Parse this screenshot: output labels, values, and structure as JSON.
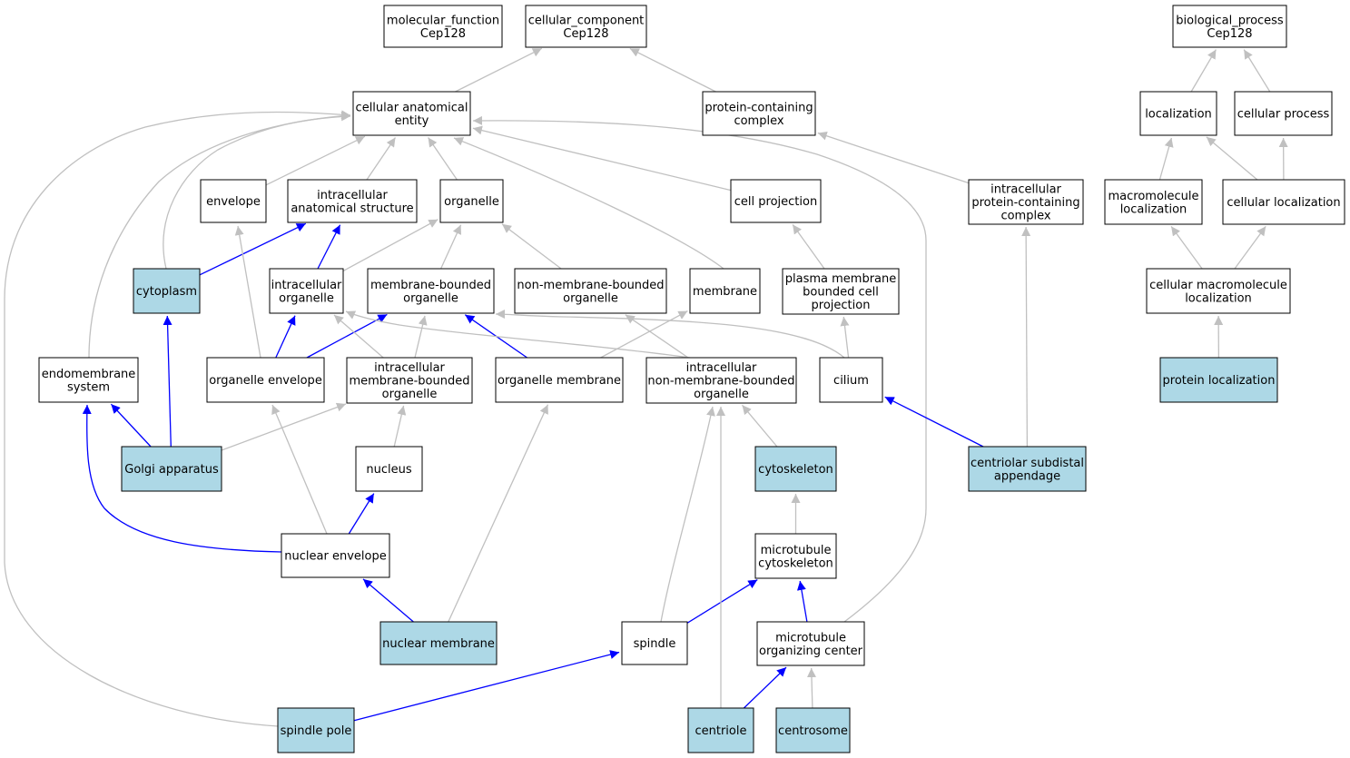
{
  "colors": {
    "node_fill": "#ffffff",
    "highlight_fill": "#add8e6",
    "edge_gray": "#c0c0c0",
    "edge_blue": "#0000ff"
  },
  "nodes": [
    {
      "id": "molecular_function",
      "lines": [
        "molecular_function",
        "Cep128"
      ],
      "highlight": false
    },
    {
      "id": "cellular_component",
      "lines": [
        "cellular_component",
        "Cep128"
      ],
      "highlight": false
    },
    {
      "id": "biological_process",
      "lines": [
        "biological_process",
        "Cep128"
      ],
      "highlight": false
    },
    {
      "id": "cellular_anatomical_entity",
      "lines": [
        "cellular anatomical",
        "entity"
      ],
      "highlight": false
    },
    {
      "id": "protein_containing_complex",
      "lines": [
        "protein-containing",
        "complex"
      ],
      "highlight": false
    },
    {
      "id": "localization",
      "lines": [
        "localization"
      ],
      "highlight": false
    },
    {
      "id": "cellular_process",
      "lines": [
        "cellular process"
      ],
      "highlight": false
    },
    {
      "id": "envelope",
      "lines": [
        "envelope"
      ],
      "highlight": false
    },
    {
      "id": "intracellular_anatomical_structure",
      "lines": [
        "intracellular",
        "anatomical structure"
      ],
      "highlight": false
    },
    {
      "id": "organelle",
      "lines": [
        "organelle"
      ],
      "highlight": false
    },
    {
      "id": "cell_projection",
      "lines": [
        "cell projection"
      ],
      "highlight": false
    },
    {
      "id": "intracellular_protein_containing_complex",
      "lines": [
        "intracellular",
        "protein-containing",
        "complex"
      ],
      "highlight": false
    },
    {
      "id": "macromolecule_localization",
      "lines": [
        "macromolecule",
        "localization"
      ],
      "highlight": false
    },
    {
      "id": "cellular_localization",
      "lines": [
        "cellular localization"
      ],
      "highlight": false
    },
    {
      "id": "cytoplasm",
      "lines": [
        "cytoplasm"
      ],
      "highlight": true
    },
    {
      "id": "intracellular_organelle",
      "lines": [
        "intracellular",
        "organelle"
      ],
      "highlight": false
    },
    {
      "id": "membrane_bounded_organelle",
      "lines": [
        "membrane-bounded",
        "organelle"
      ],
      "highlight": false
    },
    {
      "id": "non_membrane_bounded_organelle",
      "lines": [
        "non-membrane-bounded",
        "organelle"
      ],
      "highlight": false
    },
    {
      "id": "membrane",
      "lines": [
        "membrane"
      ],
      "highlight": false
    },
    {
      "id": "plasma_membrane_bounded_cell_projection",
      "lines": [
        "plasma membrane",
        "bounded cell",
        "projection"
      ],
      "highlight": false
    },
    {
      "id": "cellular_macromolecule_localization",
      "lines": [
        "cellular macromolecule",
        "localization"
      ],
      "highlight": false
    },
    {
      "id": "endomembrane_system",
      "lines": [
        "endomembrane",
        "system"
      ],
      "highlight": false
    },
    {
      "id": "organelle_envelope",
      "lines": [
        "organelle envelope"
      ],
      "highlight": false
    },
    {
      "id": "intracellular_membrane_bounded_organelle",
      "lines": [
        "intracellular",
        "membrane-bounded",
        "organelle"
      ],
      "highlight": false
    },
    {
      "id": "organelle_membrane",
      "lines": [
        "organelle membrane"
      ],
      "highlight": false
    },
    {
      "id": "intracellular_non_membrane_bounded_organelle",
      "lines": [
        "intracellular",
        "non-membrane-bounded",
        "organelle"
      ],
      "highlight": false
    },
    {
      "id": "cilium",
      "lines": [
        "cilium"
      ],
      "highlight": false
    },
    {
      "id": "protein_localization",
      "lines": [
        "protein localization"
      ],
      "highlight": true
    },
    {
      "id": "golgi_apparatus",
      "lines": [
        "Golgi apparatus"
      ],
      "highlight": true
    },
    {
      "id": "nucleus",
      "lines": [
        "nucleus"
      ],
      "highlight": false
    },
    {
      "id": "cytoskeleton",
      "lines": [
        "cytoskeleton"
      ],
      "highlight": true
    },
    {
      "id": "centriolar_subdistal_appendage",
      "lines": [
        "centriolar subdistal",
        "appendage"
      ],
      "highlight": true
    },
    {
      "id": "nuclear_envelope",
      "lines": [
        "nuclear envelope"
      ],
      "highlight": false
    },
    {
      "id": "microtubule_cytoskeleton",
      "lines": [
        "microtubule",
        "cytoskeleton"
      ],
      "highlight": false
    },
    {
      "id": "nuclear_membrane",
      "lines": [
        "nuclear membrane"
      ],
      "highlight": true
    },
    {
      "id": "spindle",
      "lines": [
        "spindle"
      ],
      "highlight": false
    },
    {
      "id": "microtubule_organizing_center",
      "lines": [
        "microtubule",
        "organizing center"
      ],
      "highlight": false
    },
    {
      "id": "spindle_pole",
      "lines": [
        "spindle pole"
      ],
      "highlight": true
    },
    {
      "id": "centriole",
      "lines": [
        "centriole"
      ],
      "highlight": true
    },
    {
      "id": "centrosome",
      "lines": [
        "centrosome"
      ],
      "highlight": true
    }
  ],
  "edges": [
    {
      "from": "cellular_anatomical_entity",
      "to": "cellular_component",
      "color": "gray"
    },
    {
      "from": "protein_containing_complex",
      "to": "cellular_component",
      "color": "gray"
    },
    {
      "from": "localization",
      "to": "biological_process",
      "color": "gray"
    },
    {
      "from": "cellular_process",
      "to": "biological_process",
      "color": "gray"
    },
    {
      "from": "envelope",
      "to": "cellular_anatomical_entity",
      "color": "gray"
    },
    {
      "from": "intracellular_anatomical_structure",
      "to": "cellular_anatomical_entity",
      "color": "gray"
    },
    {
      "from": "organelle",
      "to": "cellular_anatomical_entity",
      "color": "gray"
    },
    {
      "from": "cell_projection",
      "to": "cellular_anatomical_entity",
      "color": "gray"
    },
    {
      "from": "cytoplasm",
      "to": "cellular_anatomical_entity",
      "color": "gray"
    },
    {
      "from": "endomembrane_system",
      "to": "cellular_anatomical_entity",
      "color": "gray"
    },
    {
      "from": "membrane",
      "to": "cellular_anatomical_entity",
      "color": "gray"
    },
    {
      "from": "microtubule_organizing_center",
      "to": "cellular_anatomical_entity",
      "color": "gray"
    },
    {
      "from": "spindle_pole",
      "to": "cellular_anatomical_entity",
      "color": "gray"
    },
    {
      "from": "intracellular_protein_containing_complex",
      "to": "protein_containing_complex",
      "color": "gray"
    },
    {
      "from": "macromolecule_localization",
      "to": "localization",
      "color": "gray"
    },
    {
      "from": "cellular_localization",
      "to": "localization",
      "color": "gray"
    },
    {
      "from": "cellular_localization",
      "to": "cellular_process",
      "color": "gray"
    },
    {
      "from": "cytoplasm",
      "to": "intracellular_anatomical_structure",
      "color": "blue"
    },
    {
      "from": "intracellular_organelle",
      "to": "intracellular_anatomical_structure",
      "color": "blue"
    },
    {
      "from": "intracellular_organelle",
      "to": "organelle",
      "color": "gray"
    },
    {
      "from": "membrane_bounded_organelle",
      "to": "organelle",
      "color": "gray"
    },
    {
      "from": "non_membrane_bounded_organelle",
      "to": "organelle",
      "color": "gray"
    },
    {
      "from": "plasma_membrane_bounded_cell_projection",
      "to": "cell_projection",
      "color": "gray"
    },
    {
      "from": "centriolar_subdistal_appendage",
      "to": "intracellular_protein_containing_complex",
      "color": "gray"
    },
    {
      "from": "cellular_macromolecule_localization",
      "to": "macromolecule_localization",
      "color": "gray"
    },
    {
      "from": "cellular_macromolecule_localization",
      "to": "cellular_localization",
      "color": "gray"
    },
    {
      "from": "golgi_apparatus",
      "to": "cytoplasm",
      "color": "blue"
    },
    {
      "from": "organelle_envelope",
      "to": "intracellular_organelle",
      "color": "blue"
    },
    {
      "from": "organelle_envelope",
      "to": "membrane_bounded_organelle",
      "color": "blue"
    },
    {
      "from": "organelle_envelope",
      "to": "envelope",
      "color": "gray"
    },
    {
      "from": "intracellular_membrane_bounded_organelle",
      "to": "intracellular_organelle",
      "color": "gray"
    },
    {
      "from": "intracellular_membrane_bounded_organelle",
      "to": "membrane_bounded_organelle",
      "color": "gray"
    },
    {
      "from": "organelle_membrane",
      "to": "membrane_bounded_organelle",
      "color": "blue"
    },
    {
      "from": "organelle_membrane",
      "to": "membrane",
      "color": "gray"
    },
    {
      "from": "intracellular_non_membrane_bounded_organelle",
      "to": "intracellular_organelle",
      "color": "gray"
    },
    {
      "from": "intracellular_non_membrane_bounded_organelle",
      "to": "non_membrane_bounded_organelle",
      "color": "gray"
    },
    {
      "from": "cilium",
      "to": "plasma_membrane_bounded_cell_projection",
      "color": "gray"
    },
    {
      "from": "cilium",
      "to": "membrane_bounded_organelle",
      "color": "gray"
    },
    {
      "from": "protein_localization",
      "to": "cellular_macromolecule_localization",
      "color": "gray"
    },
    {
      "from": "golgi_apparatus",
      "to": "endomembrane_system",
      "color": "blue"
    },
    {
      "from": "golgi_apparatus",
      "to": "intracellular_membrane_bounded_organelle",
      "color": "gray"
    },
    {
      "from": "nucleus",
      "to": "intracellular_membrane_bounded_organelle",
      "color": "gray"
    },
    {
      "from": "cytoskeleton",
      "to": "intracellular_non_membrane_bounded_organelle",
      "color": "gray"
    },
    {
      "from": "centriolar_subdistal_appendage",
      "to": "cilium",
      "color": "blue"
    },
    {
      "from": "nuclear_envelope",
      "to": "nucleus",
      "color": "blue"
    },
    {
      "from": "nuclear_envelope",
      "to": "endomembrane_system",
      "color": "blue"
    },
    {
      "from": "nuclear_envelope",
      "to": "organelle_envelope",
      "color": "gray"
    },
    {
      "from": "microtubule_cytoskeleton",
      "to": "cytoskeleton",
      "color": "gray"
    },
    {
      "from": "nuclear_membrane",
      "to": "nuclear_envelope",
      "color": "blue"
    },
    {
      "from": "nuclear_membrane",
      "to": "organelle_membrane",
      "color": "gray"
    },
    {
      "from": "spindle",
      "to": "microtubule_cytoskeleton",
      "color": "blue"
    },
    {
      "from": "spindle",
      "to": "intracellular_non_membrane_bounded_organelle",
      "color": "gray"
    },
    {
      "from": "microtubule_organizing_center",
      "to": "microtubule_cytoskeleton",
      "color": "blue"
    },
    {
      "from": "spindle_pole",
      "to": "spindle",
      "color": "blue"
    },
    {
      "from": "centriole",
      "to": "microtubule_organizing_center",
      "color": "blue"
    },
    {
      "from": "centriole",
      "to": "intracellular_non_membrane_bounded_organelle",
      "color": "gray"
    },
    {
      "from": "centrosome",
      "to": "microtubule_organizing_center",
      "color": "gray"
    }
  ]
}
